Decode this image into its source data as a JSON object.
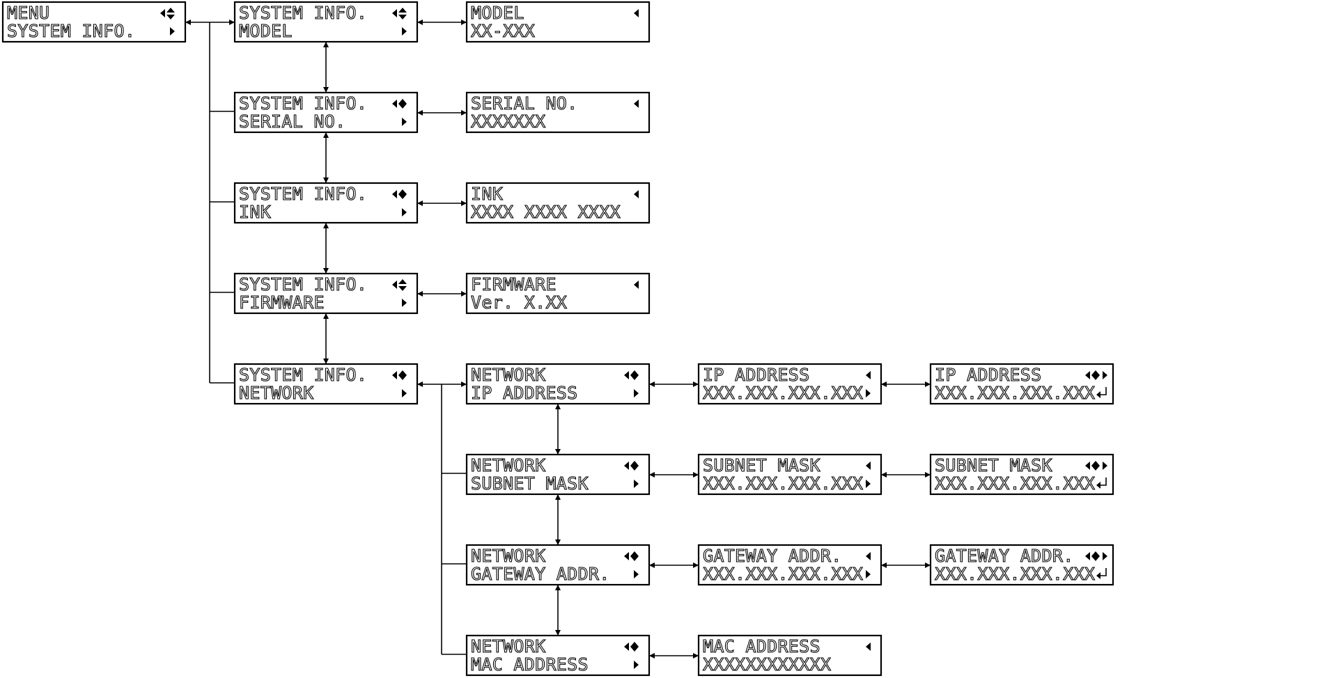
{
  "screens": {
    "menu": {
      "line1": "MENU",
      "line2": "SYSTEM INFO.",
      "ind1": "left-updown",
      "ind2": "right"
    },
    "si_model": {
      "line1": "SYSTEM INFO.",
      "line2": "MODEL",
      "ind1": "left-updown",
      "ind2": "right"
    },
    "si_serial": {
      "line1": "SYSTEM INFO.",
      "line2": "SERIAL NO.",
      "ind1": "left-diamond",
      "ind2": "right"
    },
    "si_ink": {
      "line1": "SYSTEM INFO.",
      "line2": "INK",
      "ind1": "left-diamond",
      "ind2": "right"
    },
    "si_firmware": {
      "line1": "SYSTEM INFO.",
      "line2": "FIRMWARE",
      "ind1": "left-updown",
      "ind2": "right"
    },
    "si_network": {
      "line1": "SYSTEM INFO.",
      "line2": "NETWORK",
      "ind1": "left-diamond",
      "ind2": "right"
    },
    "model_val": {
      "line1": "MODEL",
      "line2": "XX-XXX",
      "ind1": "left",
      "ind2": ""
    },
    "serial_val": {
      "line1": "SERIAL NO.",
      "line2": "XXXXXXX",
      "ind1": "left",
      "ind2": ""
    },
    "ink_val": {
      "line1": "INK",
      "line2": "XXXX XXXX XXXX",
      "ind1": "left",
      "ind2": ""
    },
    "firmware_val": {
      "line1": "FIRMWARE",
      "line2": "Ver. X.XX",
      "ind1": "left",
      "ind2": ""
    },
    "net_ip": {
      "line1": "NETWORK",
      "line2": "IP ADDRESS",
      "ind1": "left-diamond",
      "ind2": "right"
    },
    "net_subnet": {
      "line1": "NETWORK",
      "line2": "SUBNET MASK",
      "ind1": "left-diamond",
      "ind2": "right"
    },
    "net_gateway": {
      "line1": "NETWORK",
      "line2": "GATEWAY ADDR.",
      "ind1": "left-diamond",
      "ind2": "right"
    },
    "net_mac": {
      "line1": "NETWORK",
      "line2": "MAC ADDRESS",
      "ind1": "left-diamond",
      "ind2": "right"
    },
    "ip_view": {
      "line1": "IP ADDRESS",
      "line2": "XXX.XXX.XXX.XXX",
      "ind1": "left",
      "ind2": "right"
    },
    "subnet_view": {
      "line1": "SUBNET MASK",
      "line2": "XXX.XXX.XXX.XXX",
      "ind1": "left",
      "ind2": "right"
    },
    "gateway_view": {
      "line1": "GATEWAY ADDR.",
      "line2": "XXX.XXX.XXX.XXX",
      "ind1": "left",
      "ind2": "right"
    },
    "mac_view": {
      "line1": "MAC ADDRESS",
      "line2": "XXXXXXXXXXXX",
      "ind1": "left",
      "ind2": ""
    },
    "ip_edit": {
      "line1": "IP ADDRESS",
      "line2": "XXX.XXX.XXX.XXX",
      "ind1": "left-diamond-right",
      "ind2": "enter"
    },
    "subnet_edit": {
      "line1": "SUBNET MASK",
      "line2": "XXX.XXX.XXX.XXX",
      "ind1": "left-diamond-right",
      "ind2": "enter"
    },
    "gateway_edit": {
      "line1": "GATEWAY ADDR.",
      "line2": "XXX.XXX.XXX.XXX",
      "ind1": "left-diamond-right",
      "ind2": "enter"
    }
  },
  "colors": {
    "ink": "#000000",
    "background": "#ffffff"
  }
}
